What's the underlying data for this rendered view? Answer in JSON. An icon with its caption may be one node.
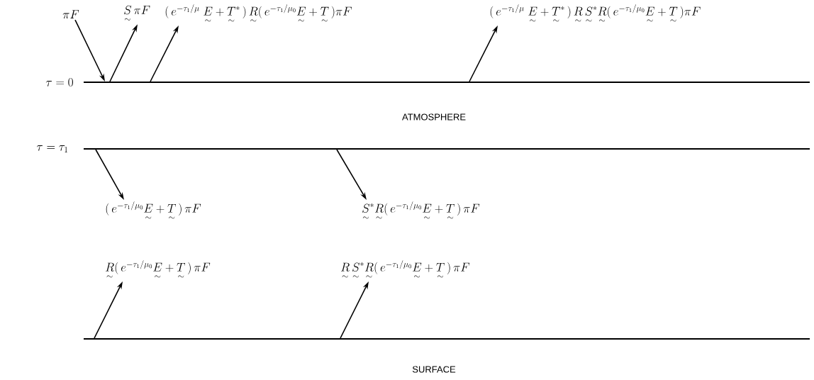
{
  "diagram": {
    "nodes": [
      {
        "text": [
          "\\pi F"
        ]
      },
      {
        "text": [
          "\\underset{\\sim}{S}\\,\\pi F"
        ]
      },
      {
        "text": [
          "(\\,e^{-\\tau_1/\\mu}\\;\\underset{\\sim}{E}+\\underset{\\sim}{T}^{*}\\,)\\,\\underset{\\sim}{R}(\\,e^{-\\tau_1/\\mu_0}\\underset{\\sim}{E}+\\underset{\\sim}{T}\\,)\\pi F"
        ]
      },
      {
        "text": [
          "(\\,e^{-\\tau_1/\\mu}\\;\\underset{\\sim}{E}+\\underset{\\sim}{T}^{*}\\,)\\,\\underset{\\sim}{R}\\,\\underset{\\sim}{S}^{*}\\underset{\\sim}{R}(\\,e^{-\\tau_1/\\mu_0}\\underset{\\sim}{E}+\\underset{\\sim}{T}\\,)\\pi F"
        ]
      },
      {
        "text": [],
        "shape": "bar",
        "beside": [
          "\\tau = 0"
        ]
      },
      {
        "text": [],
        "shape": "bar",
        "beside": [
          "\\tau = \\tau_1"
        ]
      },
      {
        "text": [
          "(\\,e^{-\\tau_1/\\mu_0}\\underset{\\sim}{E}+\\underset{\\sim}{T}\\,)\\,\\pi F"
        ]
      },
      {
        "text": [
          "\\underset{\\sim}{S}^{*}\\underset{\\sim}{R}(\\,e^{-\\tau_1/\\mu_0}\\underset{\\sim}{E}+\\underset{\\sim}{T}\\,)\\,\\pi F"
        ]
      },
      {
        "text": [
          "\\underset{\\sim}{R}(\\,e^{-\\tau_1/\\mu_0}\\underset{\\sim}{E}+\\underset{\\sim}{T}\\,)\\,\\pi F"
        ]
      },
      {
        "text": [
          "\\underset{\\sim}{R}\\,\\underset{\\sim}{S}^{*}\\underset{\\sim}{R}(\\,e^{-\\tau_1/\\mu_0}\\underset{\\sim}{E}+\\underset{\\sim}{T}\\,)\\,\\pi F"
        ]
      },
      {
        "text": [],
        "shape": "bar"
      }
    ],
    "edges": [
      {
        "from": 0,
        "to": 4,
        "arrow": "to"
      },
      {
        "from": 4,
        "to": 1,
        "arrow": "to"
      },
      {
        "from": 4,
        "to": 2,
        "arrow": "to"
      },
      {
        "from": 4,
        "to": 3,
        "arrow": "to"
      },
      {
        "from": 5,
        "to": 6,
        "arrow": "to"
      },
      {
        "from": 5,
        "to": 7,
        "arrow": "to"
      },
      {
        "from": 10,
        "to": 8,
        "arrow": "to"
      },
      {
        "from": 10,
        "to": 9,
        "arrow": "to"
      }
    ],
    "labels": [
      "ATMOSPHERE",
      "SURFACE"
    ]
  }
}
